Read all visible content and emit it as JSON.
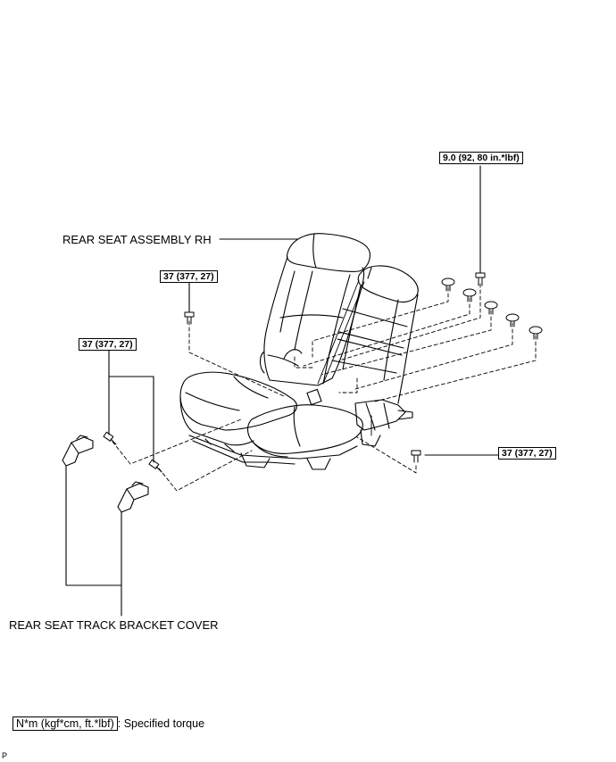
{
  "labels": {
    "seat_assembly": "REAR SEAT ASSEMBLY RH",
    "bracket_cover": "REAR SEAT TRACK BRACKET COVER"
  },
  "torques": {
    "top_right": "9.0 (92, 80 in.*lbf)",
    "center_left": "37 (377, 27)",
    "left": "37 (377, 27)",
    "right": "37 (377, 27)"
  },
  "legend": {
    "unit": "N*m (kgf*cm, ft.*lbf)",
    "description": ": Specified torque"
  },
  "corner_mark": "P"
}
